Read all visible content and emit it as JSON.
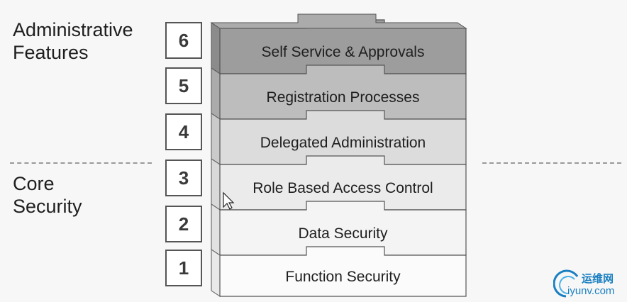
{
  "labels": {
    "admin": "Administrative\nFeatures",
    "core": "Core\nSecurity"
  },
  "layers": [
    {
      "num": "6",
      "name": "Self Service & Approvals",
      "color": "#9d9d9d"
    },
    {
      "num": "5",
      "name": "Registration Processes",
      "color": "#bdbdbd"
    },
    {
      "num": "4",
      "name": "Delegated Administration",
      "color": "#dcdcdc"
    },
    {
      "num": "3",
      "name": "Role Based Access Control",
      "color": "#ebebeb"
    },
    {
      "num": "2",
      "name": "Data Security",
      "color": "#f4f4f4"
    },
    {
      "num": "1",
      "name": "Function Security",
      "color": "#fbfbfb"
    }
  ],
  "watermark": {
    "line1": "运维网",
    "line2": "iyunv.com"
  }
}
